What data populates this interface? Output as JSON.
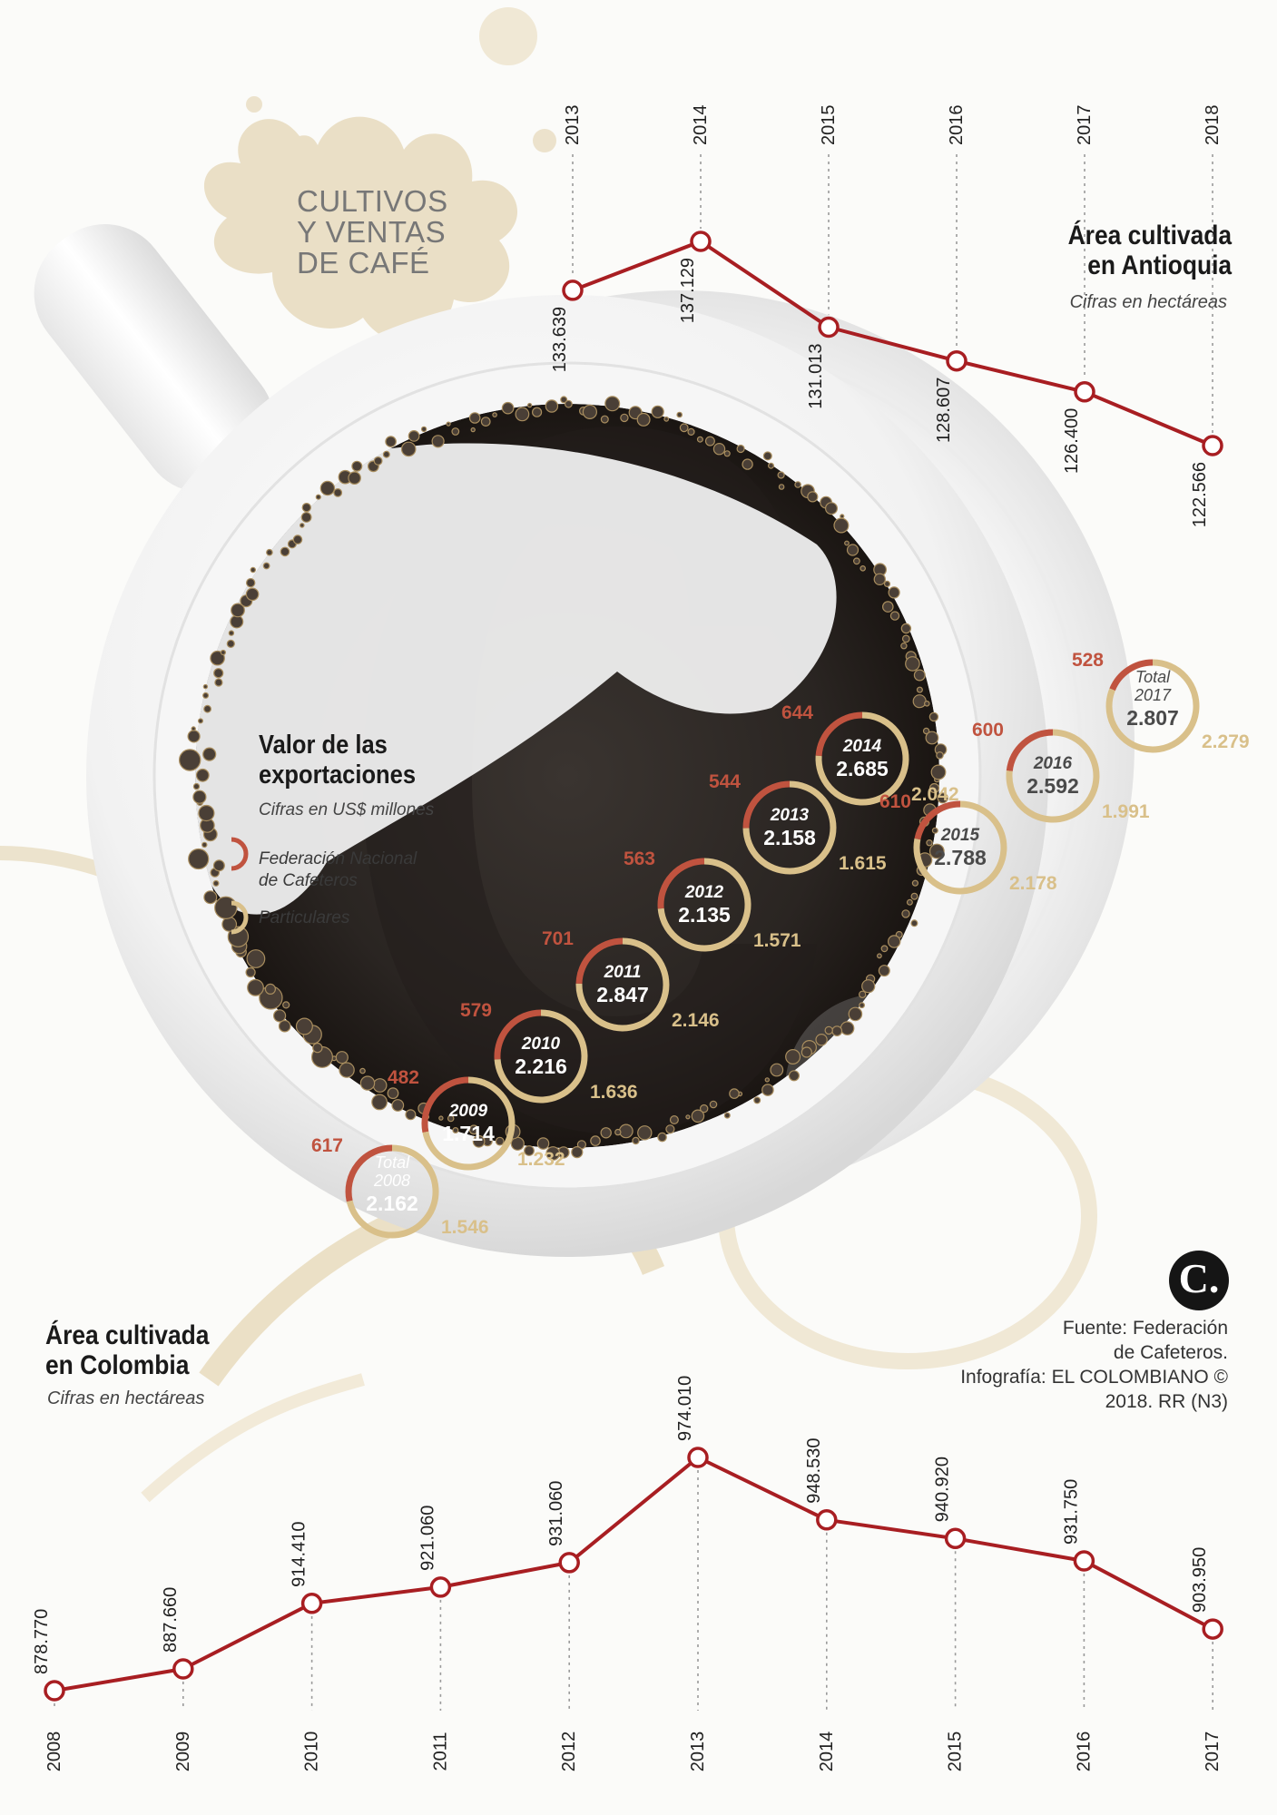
{
  "header": {
    "lines": [
      "CULTIVOS",
      "Y VENTAS",
      "DE CAFÉ"
    ]
  },
  "antioquia": {
    "title_lines": [
      "Área cultivada",
      "en Antioquia"
    ],
    "subtitle": "Cifras en hectáreas"
  },
  "colombia": {
    "title_lines": [
      "Área cultivada",
      "en Colombia"
    ],
    "subtitle": "Cifras en hectáreas"
  },
  "exports": {
    "title_lines": [
      "Valor de las",
      "exportaciones"
    ],
    "subtitle": "Cifras en US$ millones",
    "legend": [
      {
        "lines": [
          "Federación Nacional",
          "de Cafeteros"
        ],
        "color": "#c0533f"
      },
      {
        "lines": [
          "Particulares"
        ],
        "color": "#d9c08a"
      }
    ]
  },
  "source": {
    "lines": [
      "Fuente: Federación",
      "de Cafeteros.",
      "Infografía: EL COLOMBIANO ©",
      "2018. RR (N3)"
    ]
  },
  "logo": {
    "text": "C."
  },
  "colors": {
    "line": "#a81e22",
    "fed": "#c0533f",
    "part": "#d9c08a",
    "coffee": "#2a2522",
    "text": "#333333"
  },
  "chart_data": [
    {
      "type": "line",
      "title": "Área cultivada en Antioquia",
      "x": [
        "2013",
        "2014",
        "2015",
        "2016",
        "2017",
        "2018"
      ],
      "values": [
        133639,
        137129,
        131013,
        128607,
        126400,
        122566
      ],
      "value_labels": [
        "133.639",
        "137.129",
        "131.013",
        "128.607",
        "126.400",
        "122.566"
      ]
    },
    {
      "type": "line",
      "title": "Área cultivada en Colombia",
      "x": [
        "2008",
        "2009",
        "2010",
        "2011",
        "2012",
        "2013",
        "2014",
        "2015",
        "2016",
        "2017"
      ],
      "values": [
        878770,
        887660,
        914410,
        921060,
        931060,
        974010,
        948530,
        940920,
        931750,
        903950
      ],
      "value_labels": [
        "878.770",
        "887.660",
        "914.410",
        "921.060",
        "931.060",
        "974.010",
        "948.530",
        "940.920",
        "931.750",
        "903.950"
      ]
    },
    {
      "type": "pie",
      "title": "Valor de las exportaciones",
      "series": [
        {
          "name": "Federación Nacional de Cafeteros",
          "values": [
            617,
            482,
            579,
            701,
            563,
            544,
            644,
            610,
            600,
            528
          ]
        },
        {
          "name": "Particulares",
          "values": [
            1546,
            1232,
            1636,
            2146,
            1571,
            1615,
            2042,
            2178,
            1991,
            2279
          ]
        }
      ],
      "points": [
        {
          "year": "2008",
          "prefix": "Total",
          "total": 2162,
          "total_label": "2.162",
          "fed_label": "617",
          "part_label": "1.546"
        },
        {
          "year": "2009",
          "prefix": "",
          "total": 1714,
          "total_label": "1.714",
          "fed_label": "482",
          "part_label": "1.232"
        },
        {
          "year": "2010",
          "prefix": "",
          "total": 2216,
          "total_label": "2.216",
          "fed_label": "579",
          "part_label": "1.636"
        },
        {
          "year": "2011",
          "prefix": "",
          "total": 2847,
          "total_label": "2.847",
          "fed_label": "701",
          "part_label": "2.146"
        },
        {
          "year": "2012",
          "prefix": "",
          "total": 2135,
          "total_label": "2.135",
          "fed_label": "563",
          "part_label": "1.571"
        },
        {
          "year": "2013",
          "prefix": "",
          "total": 2158,
          "total_label": "2.158",
          "fed_label": "544",
          "part_label": "1.615"
        },
        {
          "year": "2014",
          "prefix": "",
          "total": 2685,
          "total_label": "2.685",
          "fed_label": "644",
          "part_label": "2.042"
        },
        {
          "year": "2015",
          "prefix": "",
          "total": 2788,
          "total_label": "2.788",
          "fed_label": "610",
          "part_label": "2.178"
        },
        {
          "year": "2016",
          "prefix": "",
          "total": 2592,
          "total_label": "2.592",
          "fed_label": "600",
          "part_label": "1.991"
        },
        {
          "year": "2017",
          "prefix": "Total",
          "total": 2807,
          "total_label": "2.807",
          "fed_label": "528",
          "part_label": "2.279"
        }
      ]
    }
  ]
}
